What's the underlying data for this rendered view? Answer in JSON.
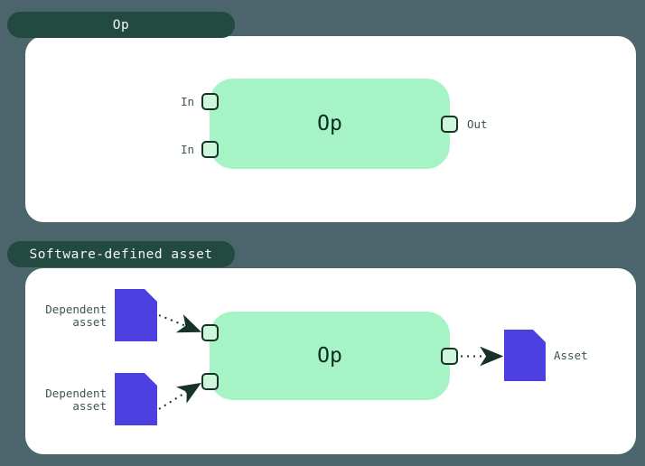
{
  "colors": {
    "background": "#4c656d",
    "panel_bg": "#ffffff",
    "tab_bg": "#234a41",
    "tab_text": "#f2f6f4",
    "op_box_bg": "#a6f4c5",
    "port_fill": "#ccf7db",
    "outline_dark": "#16322b",
    "label_text": "#3c564f",
    "op_label_text": "#0e2b24",
    "asset_purple": "#4c40e0"
  },
  "op_panel": {
    "tab_label": "Op",
    "box_label": "Op",
    "input_labels": [
      "In",
      "In"
    ],
    "output_label": "Out"
  },
  "sda_panel": {
    "tab_label": "Software-defined asset",
    "box_label": "Op",
    "dependent_asset_labels": [
      "Dependent asset",
      "Dependent asset"
    ],
    "output_asset_label": "Asset"
  }
}
